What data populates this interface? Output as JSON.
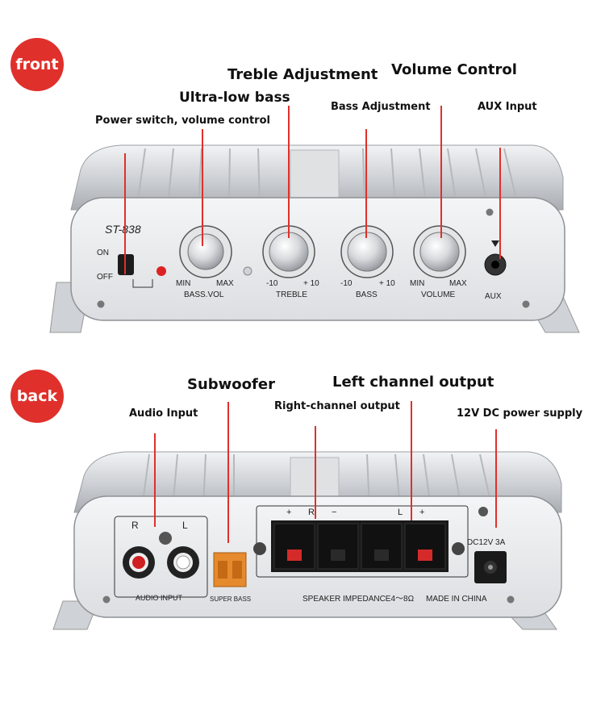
{
  "sections": {
    "front": {
      "badge": "front"
    },
    "back": {
      "badge": "back"
    }
  },
  "callouts": {
    "treble": "Treble Adjustment",
    "volume": "Volume Control",
    "ultra_low_bass": "Ultra-low bass",
    "bass_adjustment": "Bass Adjustment",
    "aux_input": "AUX Input",
    "power_switch": "Power switch, volume control",
    "subwoofer": "Subwoofer",
    "left_channel": "Left channel output",
    "audio_input": "Audio Input",
    "right_channel": "Right-channel output",
    "dc_power": "12V DC power supply"
  },
  "front_panel": {
    "model": "ST-838",
    "switch_on": "ON",
    "switch_off": "OFF",
    "bass_min": "MIN",
    "bass_max": "MAX",
    "bass_vol": "BASS.VOL",
    "treble_min": "-10",
    "treble_max": "+ 10",
    "treble": "TREBLE",
    "bass_knob_min": "-10",
    "bass_knob_max": "+ 10",
    "bass": "BASS",
    "vol_min": "MIN",
    "vol_max": "MAX",
    "volume": "VOLUME",
    "aux": "AUX"
  },
  "back_panel": {
    "r": "R",
    "l": "L",
    "audio_input": "AUDIO INPUT",
    "super_bass": "SUPER BASS",
    "plus_1": "+",
    "r2": "R",
    "minus_1": "−",
    "l2": "L",
    "plus_2": "+",
    "dc": "DC12V 3A",
    "speaker_impedance": "SPEAKER IMPEDANCE4～8Ω",
    "made_in": "MADE IN CHINA"
  },
  "colors": {
    "badge": "#e0302b",
    "pointer": "#e0302b",
    "chassis": "#cfd2d6",
    "panel": "#e9eaec"
  }
}
